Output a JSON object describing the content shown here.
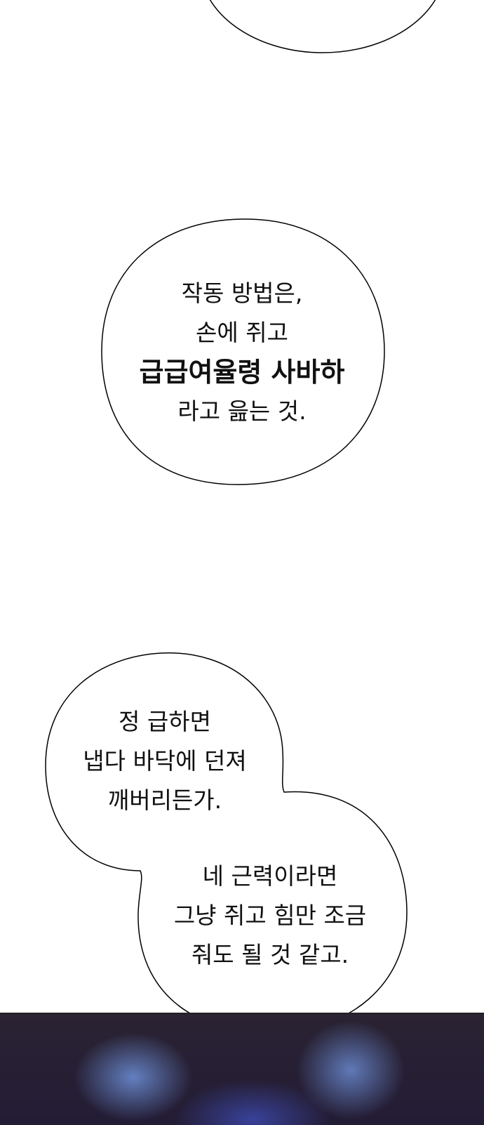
{
  "bubble1": {
    "lines": [
      "작동 방법은,",
      "손에 쥐고",
      "급급여율령 사바하",
      "라고 읊는 것."
    ]
  },
  "bubble2": {
    "lines": [
      "정 급하면",
      "냅다 바닥에 던져",
      "깨버리든가."
    ]
  },
  "bubble3": {
    "lines": [
      "네 근력이라면",
      "그냥 쥐고 힘만 조금",
      "줘도 될 것 같고."
    ]
  },
  "colors": {
    "panel_bg": "#231c35",
    "smoke": "#78a0f0"
  }
}
